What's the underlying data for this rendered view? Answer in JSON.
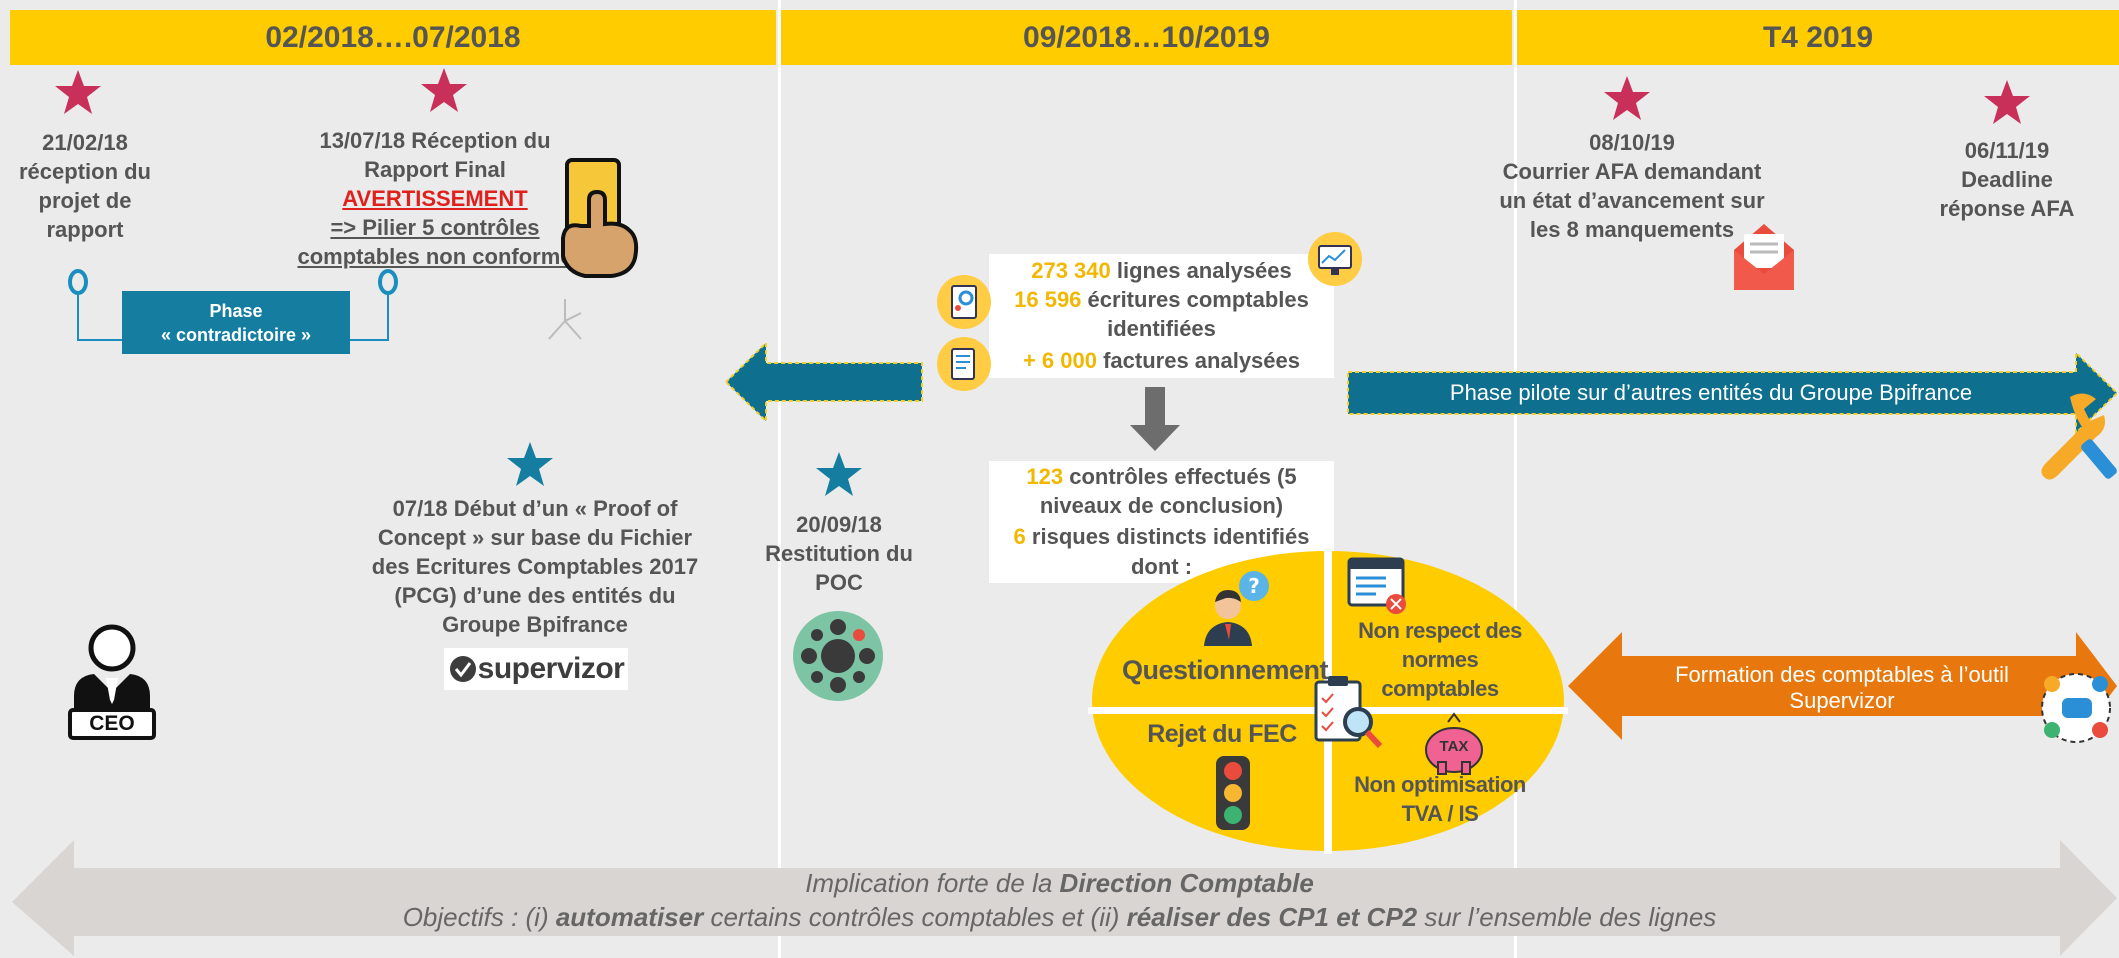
{
  "columns": [
    {
      "header": "02/2018….07/2018"
    },
    {
      "header": "09/2018…10/2019"
    },
    {
      "header": "T4 2019"
    }
  ],
  "milestones": {
    "m1": "21/02/18\nréception du\nprojet de\nrapport",
    "m2_line1": "13/07/18 Réception du",
    "m2_line2": "Rapport Final",
    "m2_warning": "AVERTISSEMENT",
    "m2_line4": "=> Pilier 5 contrôles",
    "m2_line5": "comptables non conforme",
    "m3": "07/18 Début d’un « Proof of\nConcept » sur base du Fichier\ndes Ecritures Comptables 2017\n(PCG) d’une des entités du\nGroupe Bpifrance",
    "m4": "20/09/18\nRestitution du\nPOC",
    "m5": "08/10/19\nCourrier AFA demandant\nun état d’avancement sur\nles 8 manquements",
    "m6": "06/11/19\nDeadline\nréponse AFA"
  },
  "phase_box": {
    "line1": "Phase",
    "line2": "« contradictoire »"
  },
  "stats": {
    "v1": "273 340",
    "l1": " lignes analysées",
    "v2": "16 596",
    "l2": " écritures comptables",
    "l2b": "identifiées",
    "v3": "+ 6 000",
    "l3": " factures analysées"
  },
  "controls": {
    "v1": "123",
    "l1": " contrôles effectués (5",
    "l1b": "niveaux de conclusion)",
    "v2": "6",
    "l2": " risques distincts identifiés",
    "l2b": "dont :"
  },
  "quadrants": {
    "q1": "Questionnement",
    "q2": "Non respect des\nnormes\ncomptables",
    "q3": "Rejet du FEC",
    "q4": "Non optimisation\nTVA / IS"
  },
  "arrows": {
    "pilot": "Phase pilote sur d’autres entités du Groupe Bpifrance",
    "training": "Formation des comptables à l’outil\nSupervizor"
  },
  "logo": {
    "text": "supervizor"
  },
  "ceo_label": "CEO",
  "tax_label": "TAX",
  "bottom": {
    "l1_pre": "Implication forte de la ",
    "l1_bold": "Direction Comptable",
    "l2_a": "Objectifs : (i) ",
    "l2_b": "automatiser",
    "l2_c": " certains contrôles comptables et (ii) ",
    "l2_d": "réaliser des CP1 et CP2",
    "l2_e": " sur l’ensemble des lignes"
  },
  "colors": {
    "header": "#ffcc00",
    "star_red": "#c8305a",
    "star_blue": "#157ea0",
    "teal": "#0f6f8e",
    "orange": "#e8780e",
    "yellow_text": "#f2b700",
    "warning_red": "#e0201c"
  }
}
